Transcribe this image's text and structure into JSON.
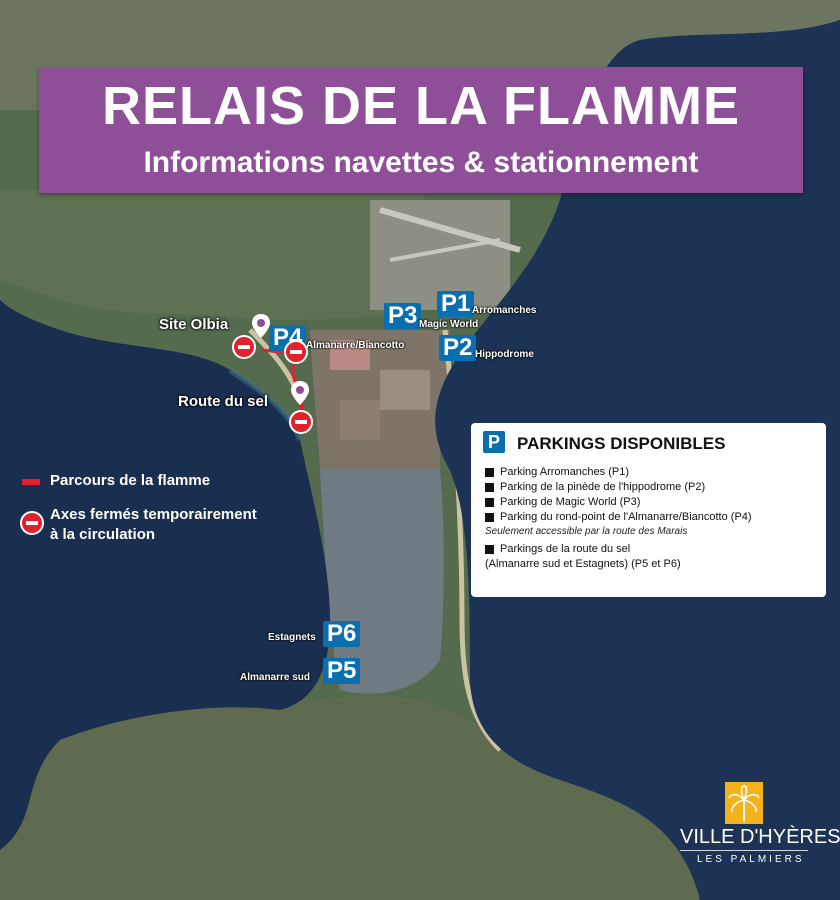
{
  "title": {
    "main": "RELAIS DE LA FLAMME",
    "subtitle": "Informations navettes & stationnement"
  },
  "parkings_map": [
    {
      "code": "P1",
      "label": "Arromanches"
    },
    {
      "code": "P2",
      "label": "Hippodrome"
    },
    {
      "code": "P3",
      "label": "Magic World"
    },
    {
      "code": "P4",
      "label": "Almanarre/Biancotto"
    },
    {
      "code": "P5",
      "label": "Almanarre sud"
    },
    {
      "code": "P6",
      "label": "Estagnets"
    }
  ],
  "sites": {
    "olbia": "Site Olbia",
    "route_sel": "Route du sel"
  },
  "legend": {
    "parcours": "Parcours de la flamme",
    "axes_line1": "Axes fermés temporairement",
    "axes_line2": "à la circulation",
    "parcours_color": "#e1212b"
  },
  "panel": {
    "icon": "P",
    "title": "PARKINGS DISPONIBLES",
    "items": [
      "Parking Arromanches (P1)",
      "Parking de la pinède de l'hippodrome (P2)",
      "Parking de Magic World (P3)",
      "Parking du rond-point de l'Almanarre/Biancotto (P4)"
    ],
    "note": "Seulement accessible par la route des Marais",
    "item5_line1": "Parkings de la route du sel",
    "item5_line2": "(Almanarre sud et Estagnets) (P5 et P6)"
  },
  "logo": {
    "name": "VILLE D'HYÈRES",
    "tagline": "LES PALMIERS",
    "icon": "palm-tree-icon"
  },
  "colors": {
    "title_bg": "#8f4f98",
    "parking_badge": "#0a6fae",
    "sea": "#1b2f4c",
    "logo_orange": "#f5b21c"
  }
}
